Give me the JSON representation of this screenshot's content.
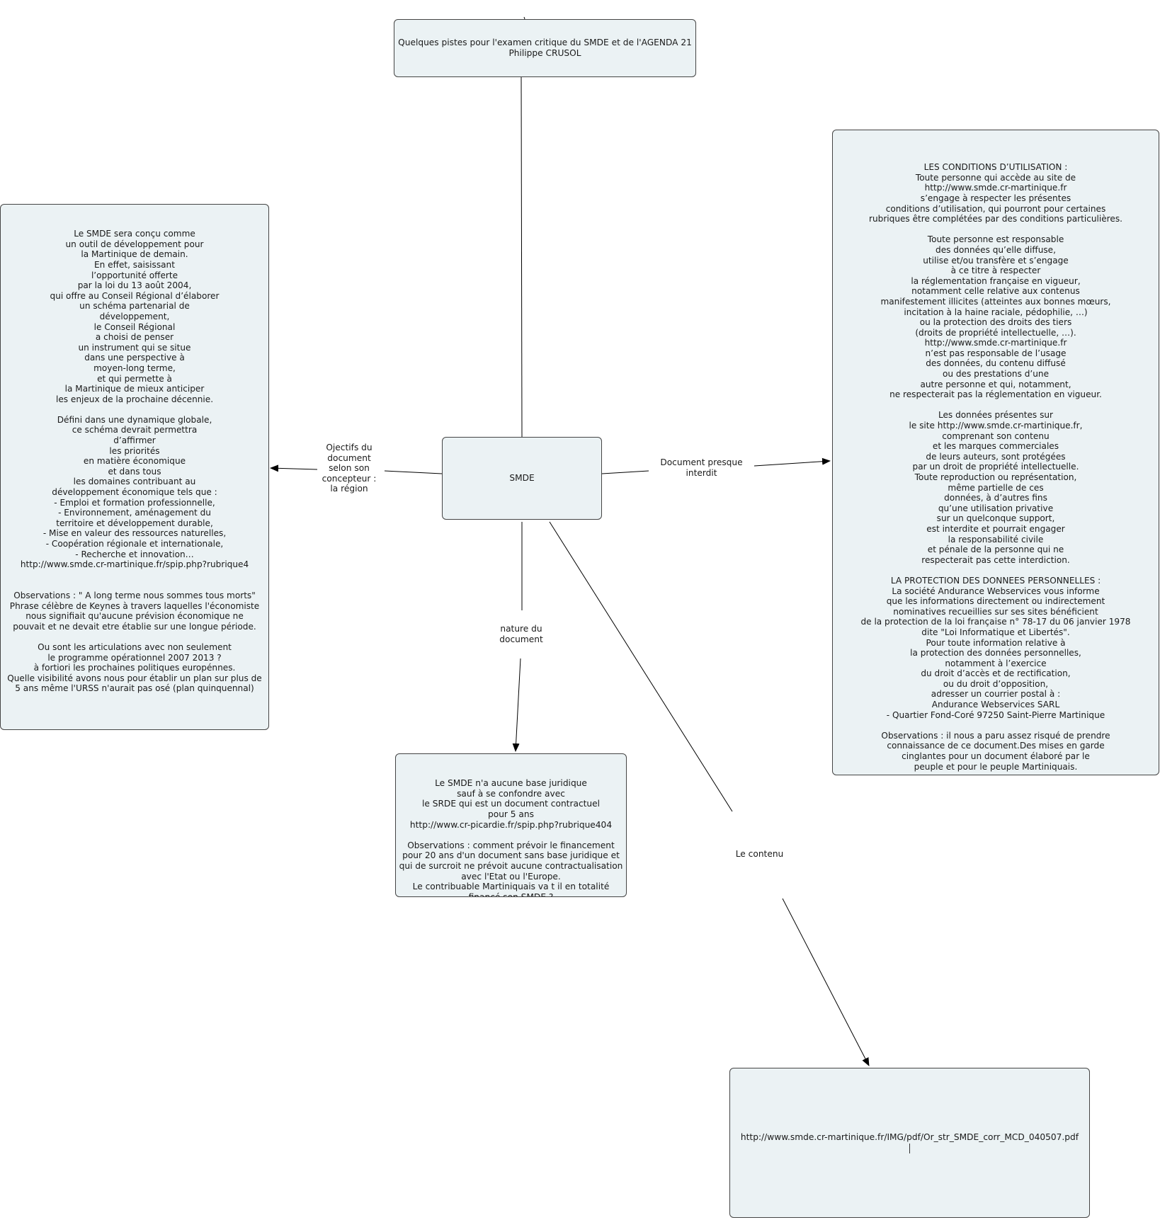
{
  "nodes": {
    "root": {
      "text": "Quelques pistes pour l'examen critique du SMDE et de l'AGENDA 21\nPhilippe CRUSOL"
    },
    "smde": {
      "text": "SMDE"
    },
    "objectifs": {
      "text": "Le SMDE sera conçu comme\nun outil de développement pour\nla Martinique de demain.\nEn effet, saisissant\nl’opportunité offerte\npar la loi du 13 août 2004,\nqui offre au Conseil Régional d’élaborer\nun schéma partenarial de\ndéveloppement,\nle Conseil Régional\na choisi de penser\nun instrument qui se situe\ndans une perspective à\nmoyen-long terme,\net qui permette à\nla Martinique de mieux anticiper\nles enjeux de la prochaine décennie.\n\nDéfini dans une dynamique globale,\nce schéma devrait permettra\nd’affirmer\nles priorités\nen matière économique\net dans tous\nles domaines contribuant au\ndéveloppement économique tels que :\n- Emploi et formation professionnelle,\n- Environnement, aménagement du\nterritoire et développement durable,\n- Mise en valeur des ressources naturelles,\n- Coopération régionale et internationale,\n- Recherche et innovation…\nhttp://www.smde.cr-martinique.fr/spip.php?rubrique4\n\n\nObservations : \" A long terme nous sommes tous morts\"\nPhrase célèbre de Keynes à travers laquelles l'économiste\nnous signifiait qu'aucune prévision économique ne\npouvait et ne devait etre établie sur une longue période.\n\nOu sont les articulations avec non seulement\nle programme opérationnel 2007 2013 ?\nà fortiori les prochaines politiques europénnes.\nQuelle visibilité avons nous pour établir un plan sur plus de\n5 ans même l'URSS n'aurait pas osé (plan quinquennal)"
    },
    "conditions": {
      "text": "LES CONDITIONS D’UTILISATION :\nToute personne qui accède au site de\nhttp://www.smde.cr-martinique.fr\ns’engage à respecter les présentes\nconditions d’utilisation, qui pourront pour certaines\nrubriques être complétées par des conditions particulières.\n\nToute personne est responsable\ndes données qu’elle diffuse,\nutilise et/ou transfère et s’engage\nà ce titre à respecter\nla réglementation française en vigueur,\nnotamment celle relative aux contenus\nmanifestement illicites (atteintes aux bonnes mœurs,\nincitation à la haine raciale, pédophilie, …)\nou la protection des droits des tiers\n(droits de propriété intellectuelle, …).\nhttp://www.smde.cr-martinique.fr\nn’est pas responsable de l’usage\ndes données, du contenu diffusé\nou des prestations d’une\nautre personne et qui, notamment,\nne respecterait pas la réglementation en vigueur.\n\nLes données présentes sur\nle site http://www.smde.cr-martinique.fr,\ncomprenant son contenu\net les marques commerciales\nde leurs auteurs, sont protégées\npar un droit de propriété intellectuelle.\nToute reproduction ou représentation,\nmême partielle de ces\ndonnées, à d’autres fins\nqu’une utilisation privative\nsur un quelconque support,\nest interdite et pourrait engager\nla responsabilité civile\net pénale de la personne qui ne\nrespecterait pas cette interdiction.\n\nLA PROTECTION DES DONNEES PERSONNELLES :\nLa société Andurance Webservices vous informe\nque les informations directement ou indirectement\nnominatives recueillies sur ses sites bénéficient\nde la protection de la loi française n° 78-17 du 06 janvier 1978\ndite \"Loi Informatique et Libertés\".\nPour toute information relative à\nla protection des données personnelles,\nnotamment à l’exercice\ndu droit d’accès et de rectification,\nou du droit d’opposition,\nadresser un courrier postal à :\nAndurance Webservices SARL\n- Quartier Fond-Coré 97250 Saint-Pierre Martinique\n\nObservations : il nous a paru assez risqué de prendre\nconnaissance de ce document.Des mises en garde\ncinglantes pour un document élaboré par le\npeuple et pour le peuple Martiniquais."
    },
    "nature": {
      "text": "Le SMDE n'a aucune base juridique\nsauf à se confondre avec\nle SRDE qui est un document contractuel\npour 5 ans\nhttp://www.cr-picardie.fr/spip.php?rubrique404\n\nObservations : comment prévoir le financement\npour 20 ans d'un document sans base juridique et\nqui de surcroit ne prévoit aucune contractualisation\navec l'Etat ou l'Europe.\nLe contribuable Martiniquais va t il en totalité\nfinancé son SMDE ?"
    },
    "contenu": {
      "text": "http://www.smde.cr-martinique.fr/IMG/pdf/Or_str_SMDE_corr_MCD_040507.pdf"
    }
  },
  "links": {
    "objectifs": "Ojectifs du\ndocument\nselon son\nconcepteur :\nla région",
    "interdit": "Document presque\ninterdit",
    "nature": "nature du\ndocument",
    "contenu": "Le contenu"
  }
}
